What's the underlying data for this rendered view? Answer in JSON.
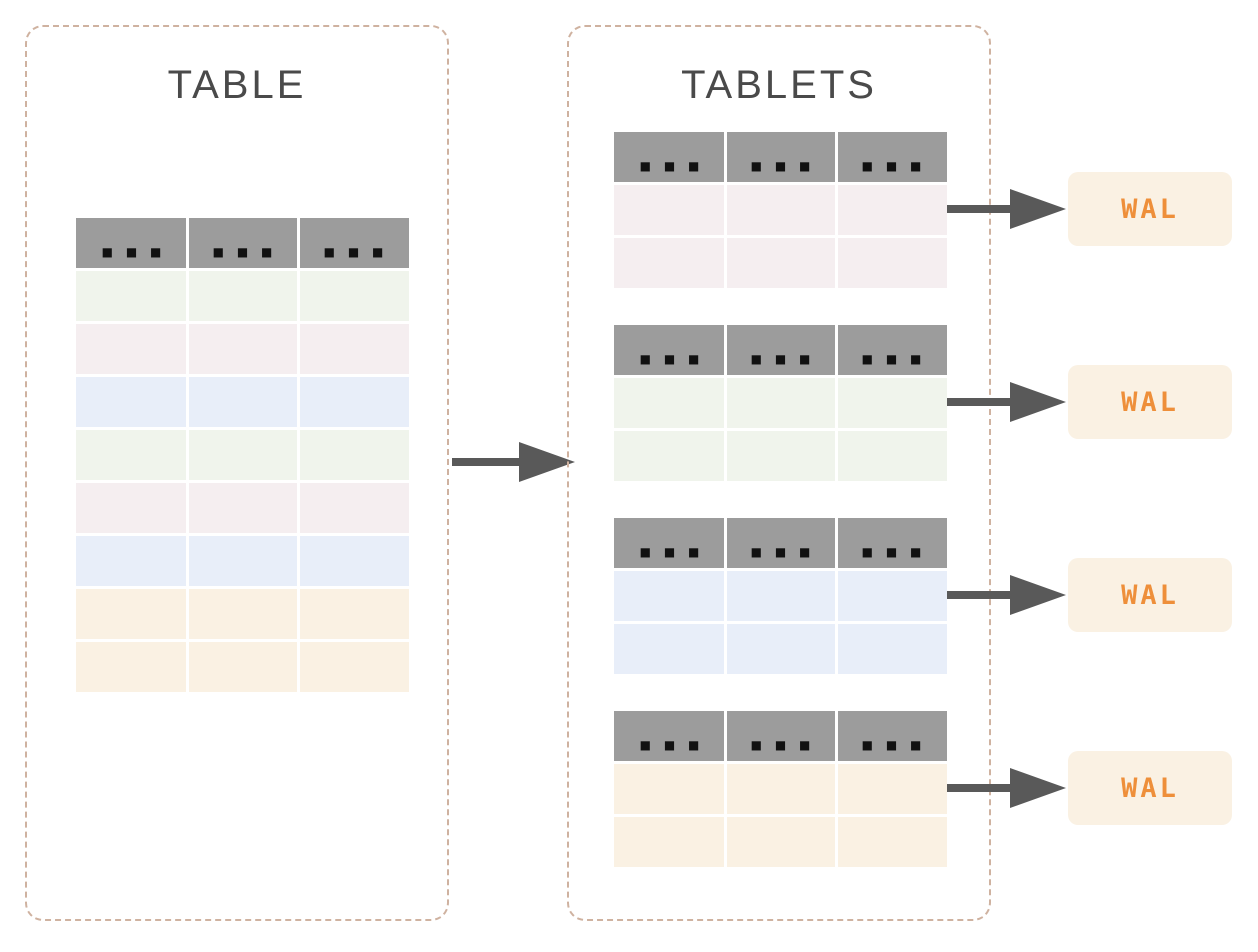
{
  "colors": {
    "panel_border": "#cfb2a0",
    "title_text": "#4a4a4a",
    "header": "#9c9c9c",
    "green": "#f0f4ec",
    "pink": "#f5eef0",
    "blue": "#e8eef9",
    "orange": "#faf1e3",
    "arrow": "#595959",
    "wal_bg": "#faf1e3",
    "wal_text": "#ee8f3a"
  },
  "header_dots": "■ ■ ■",
  "left_panel": {
    "title": "TABLE",
    "columns": 3,
    "row_sequence": [
      "green",
      "pink",
      "blue",
      "green",
      "pink",
      "blue",
      "orange",
      "orange"
    ]
  },
  "right_panel": {
    "title": "TABLETS",
    "tablets": [
      {
        "row_color": "pink",
        "rows": 2
      },
      {
        "row_color": "green",
        "rows": 2
      },
      {
        "row_color": "blue",
        "rows": 2
      },
      {
        "row_color": "orange",
        "rows": 2
      }
    ]
  },
  "wal": {
    "label": "WAL",
    "count": 4
  }
}
